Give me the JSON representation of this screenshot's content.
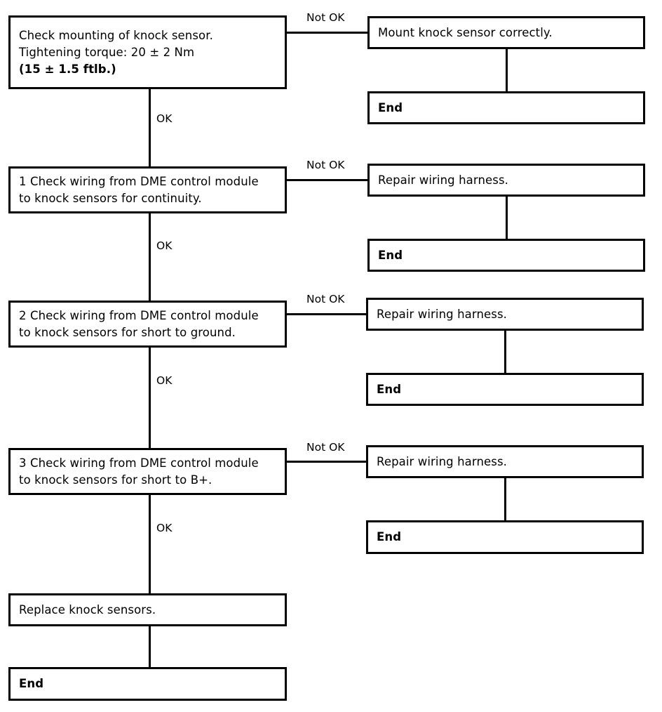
{
  "diagram": {
    "title": "Knock sensor diagnostic flowchart",
    "colors": {
      "stroke": "#000000",
      "background": "#ffffff",
      "text": "#000000"
    },
    "labels": {
      "ok": "OK",
      "not_ok": "Not OK",
      "end": "End"
    },
    "steps": [
      {
        "id": "check-mounting",
        "lines": [
          {
            "text": "Check mounting of knock sensor.",
            "bold": false
          },
          {
            "text": "Tightening torque: ",
            "bold": false,
            "bold_tail": "20 ± 2 Nm"
          },
          {
            "text": "(15 ± 1.5 ftlb.)",
            "bold": true
          }
        ],
        "ok_label": "OK",
        "not_ok_label": "Not OK",
        "fail_action": "Mount knock sensor correctly.",
        "fail_terminal": "End"
      },
      {
        "id": "check-continuity",
        "lines": [
          {
            "text": "1 Check wiring from DME control module",
            "bold": false
          },
          {
            "text": "to knock sensors for continuity.",
            "bold": false
          }
        ],
        "ok_label": "OK",
        "not_ok_label": "Not OK",
        "fail_action": "Repair wiring harness.",
        "fail_terminal": "End"
      },
      {
        "id": "check-short-to-ground",
        "lines": [
          {
            "text": "2 Check wiring from DME control module",
            "bold": false
          },
          {
            "text": "to knock sensors for short to ground.",
            "bold": false
          }
        ],
        "ok_label": "OK",
        "not_ok_label": "Not OK",
        "fail_action": "Repair wiring harness.",
        "fail_terminal": "End"
      },
      {
        "id": "check-short-to-bplus",
        "lines": [
          {
            "text": "3 Check wiring from DME control module",
            "bold": false
          },
          {
            "text": "to knock sensors for short to B+.",
            "bold": false
          }
        ],
        "ok_label": "OK",
        "not_ok_label": "Not OK",
        "fail_action": "Repair wiring harness.",
        "fail_terminal": "End"
      }
    ],
    "final": {
      "action": "Replace knock sensors.",
      "terminal": "End"
    },
    "text": {
      "s0_l1": "Check mounting of knock sensor.",
      "s0_l2a": "Tightening torque: ",
      "s0_l2b": "20 ± 2 Nm",
      "s0_l3": "(15 ± 1.5 ftlb.)",
      "s1_l1": "1 Check wiring from DME control module",
      "s1_l2": "to knock sensors for continuity.",
      "s2_l1": "2 Check wiring from DME control module",
      "s2_l2": "to knock sensors for short to ground.",
      "s3_l1": "3 Check wiring from DME control module",
      "s3_l2": "to knock sensors for short to B+.",
      "fail0": "Mount knock sensor correctly.",
      "fail1": "Repair wiring harness.",
      "fail2": "Repair wiring harness.",
      "fail3": "Repair wiring harness.",
      "end0": "End",
      "end1": "End",
      "end2": "End",
      "end3": "End",
      "replace": "Replace knock sensors.",
      "end_final": "End",
      "ok0": "OK",
      "ok1": "OK",
      "ok2": "OK",
      "ok3": "OK",
      "notok0": "Not OK",
      "notok1": "Not OK",
      "notok2": "Not OK",
      "notok3": "Not OK"
    }
  }
}
